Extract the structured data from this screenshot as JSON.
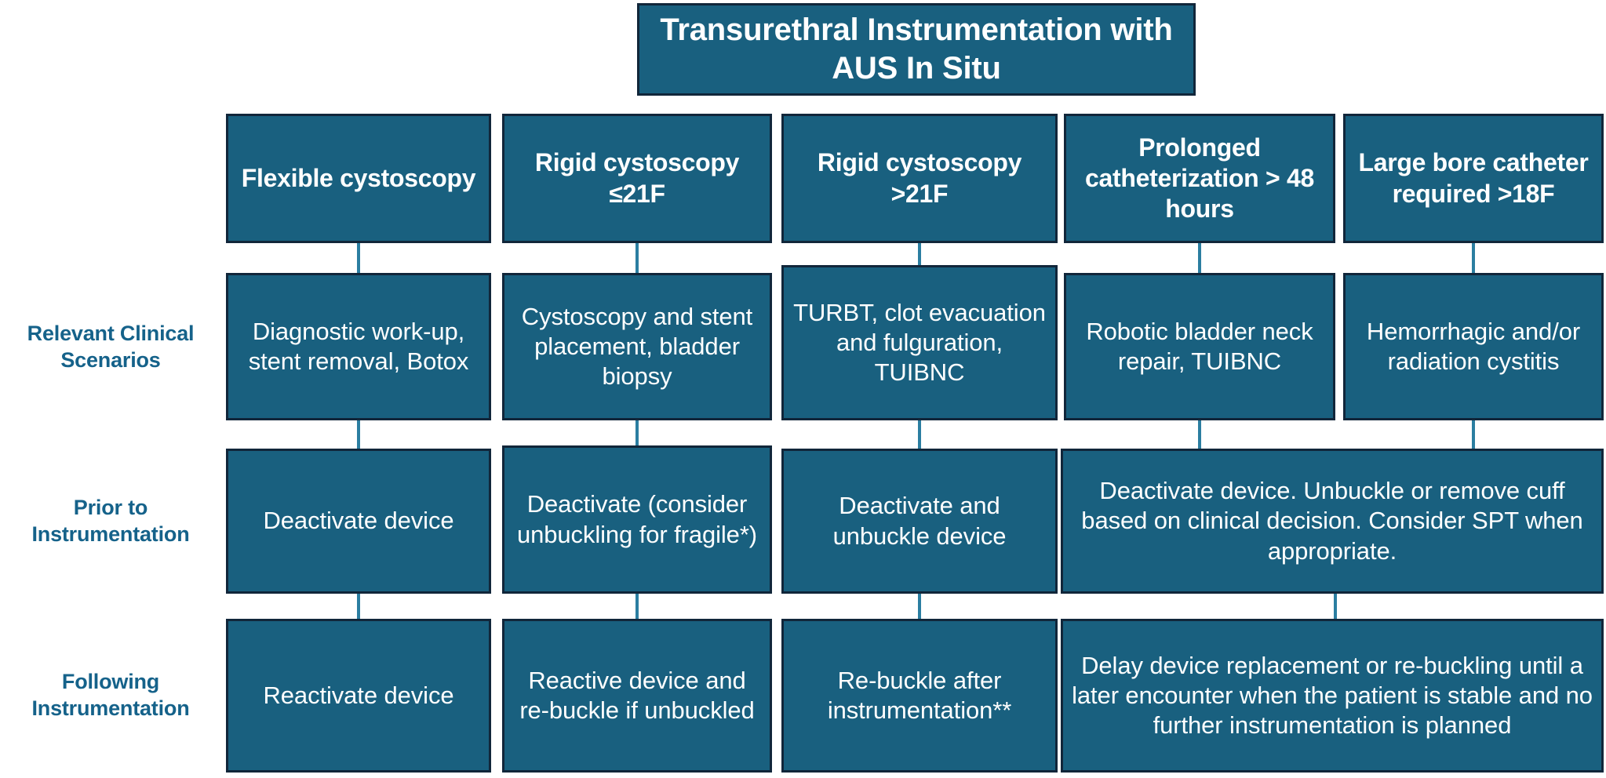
{
  "title": {
    "text": "Transurethral Instrumentation with AUS In Situ"
  },
  "colors": {
    "box_fill": "#19607f",
    "box_border": "#11263a",
    "box_text": "#ffffff",
    "row_label_text": "#15628a",
    "connector": "#2b7ea1",
    "background": "#ffffff"
  },
  "columns": [
    {
      "header": "Flexible cystoscopy"
    },
    {
      "header": "Rigid cystoscopy ≤21F"
    },
    {
      "header": "Rigid cystoscopy >21F"
    },
    {
      "header": "Prolonged catheterization > 48 hours"
    },
    {
      "header": "Large bore catheter required >18F"
    }
  ],
  "rows": [
    {
      "label": "Relevant Clinical Scenarios",
      "cells": [
        {
          "text": "Diagnostic work-up, stent removal, Botox",
          "span": 1
        },
        {
          "text": "Cystoscopy and stent placement, bladder biopsy",
          "span": 1
        },
        {
          "text": "TURBT, clot evacuation and fulguration, TUIBNC",
          "span": 1
        },
        {
          "text": "Robotic bladder neck repair, TUIBNC",
          "span": 1
        },
        {
          "text": "Hemorrhagic and/or radiation cystitis",
          "span": 1
        }
      ]
    },
    {
      "label": "Prior to Instrumentation",
      "cells": [
        {
          "text": "Deactivate device",
          "span": 1
        },
        {
          "text": "Deactivate (consider unbuckling for fragile*)",
          "span": 1
        },
        {
          "text": "Deactivate and unbuckle device",
          "span": 1
        },
        {
          "text": "Deactivate device. Unbuckle or remove cuff based on clinical decision. Consider SPT when appropriate.",
          "span": 2
        }
      ]
    },
    {
      "label": "Following Instrumentation",
      "cells": [
        {
          "text": "Reactivate device",
          "span": 1
        },
        {
          "text": "Reactive device and re-buckle if unbuckled",
          "span": 1
        },
        {
          "text": "Re-buckle after instrumentation**",
          "span": 1
        },
        {
          "text": "Delay device replacement or re-buckling until a later encounter when the patient is stable and no further instrumentation is planned",
          "span": 2
        }
      ]
    }
  ]
}
